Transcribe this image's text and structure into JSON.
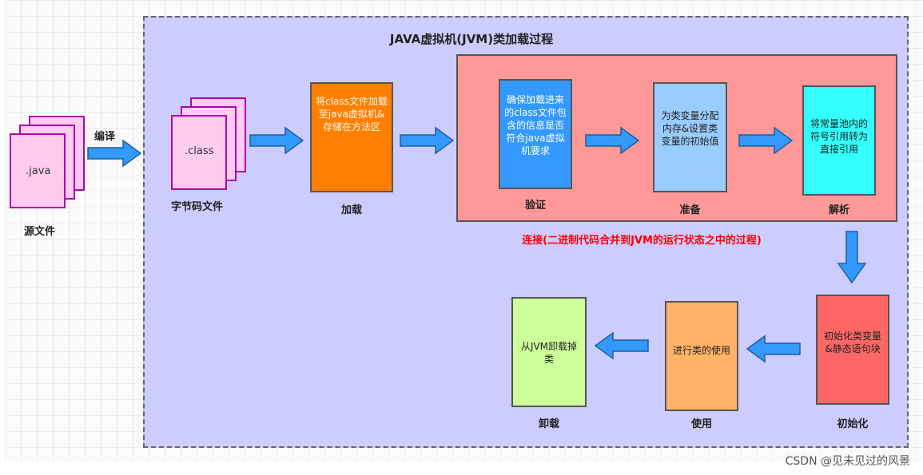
{
  "title": "JAVA虚拟机(JVM)类加载过程",
  "source": {
    "file_text": ".java",
    "label": "源文件"
  },
  "compile_label": "编译",
  "bytecode": {
    "file_text": ".class",
    "label": "字节码文件"
  },
  "load": {
    "text": "将class文件加载至java虚拟机&存储在方法区",
    "label": "加载"
  },
  "verify": {
    "text": "确保加载进来的class文件包含的信息是否符合java虚拟机要求",
    "label": "验证"
  },
  "prepare": {
    "text": "为类变量分配内存&设置类变量的初始值",
    "label": "准备"
  },
  "resolve": {
    "text": "将常量池内的符号引用转为直接引用",
    "label": "解析"
  },
  "linking_label": "连接(二进制代码合并到JVM的运行状态之中的过程)",
  "init": {
    "text": "初始化类变量&静态语句块",
    "label": "初始化"
  },
  "use": {
    "text": "进行类的使用",
    "label": "使用"
  },
  "unload": {
    "text": "从JVM卸载掉类",
    "label": "卸载"
  },
  "watermark": "CSDN @见未见过的风景",
  "colors": {
    "container": "#ccccff",
    "linking": "#ff9999",
    "load": "#ff8000",
    "verify": "#3399ff",
    "prepare": "#99ccff",
    "resolve": "#33ffff",
    "init": "#ff6666",
    "use": "#ffb366",
    "unload": "#ccff99",
    "arrow": "#3399ff",
    "file": "#ffccee"
  }
}
